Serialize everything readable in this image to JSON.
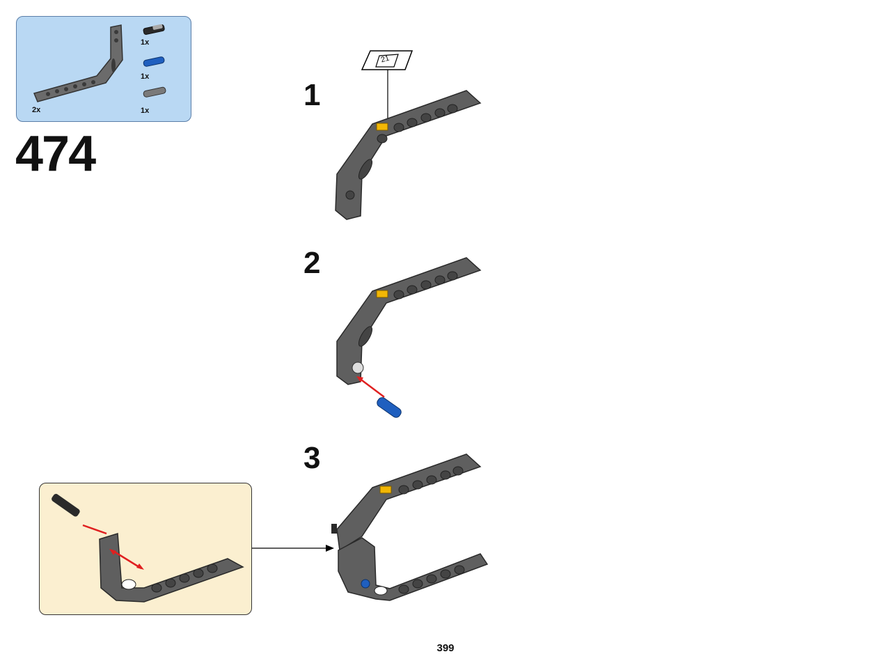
{
  "parts_list": {
    "items": [
      {
        "name": "bent-beam",
        "quantity": "2x",
        "color": "#6b6b6b"
      },
      {
        "name": "black-axle-pin",
        "quantity": "1x",
        "color": "#2a2a2a"
      },
      {
        "name": "blue-pin",
        "quantity": "1x",
        "color": "#1f5fbf"
      },
      {
        "name": "gray-pin",
        "quantity": "1x",
        "color": "#7a7a7a"
      }
    ],
    "background_color": "#b9d8f3"
  },
  "step_number": "474",
  "steps": [
    {
      "label": "1",
      "sticker_label": "21"
    },
    {
      "label": "2"
    },
    {
      "label": "3"
    }
  ],
  "callout_background": "#fbefd0",
  "page_number": "399"
}
